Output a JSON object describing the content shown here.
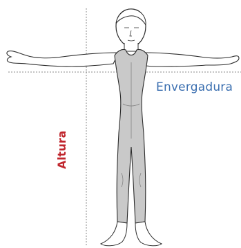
{
  "labels": {
    "wingspan": "Envergadura",
    "height": "Altura"
  },
  "colors": {
    "wingspan_label": "#3b6fb0",
    "height_label": "#c0262d",
    "suit_fill": "#c9c9c9",
    "skin_fill": "#ffffff",
    "outline": "#2b2b2b",
    "measure_line": "#8a8a8a"
  },
  "figure": {
    "subject": "standing man with arms outstretched, wearing a grey bodysuit",
    "measure_lines": [
      "wingspan-line",
      "height-line"
    ]
  }
}
